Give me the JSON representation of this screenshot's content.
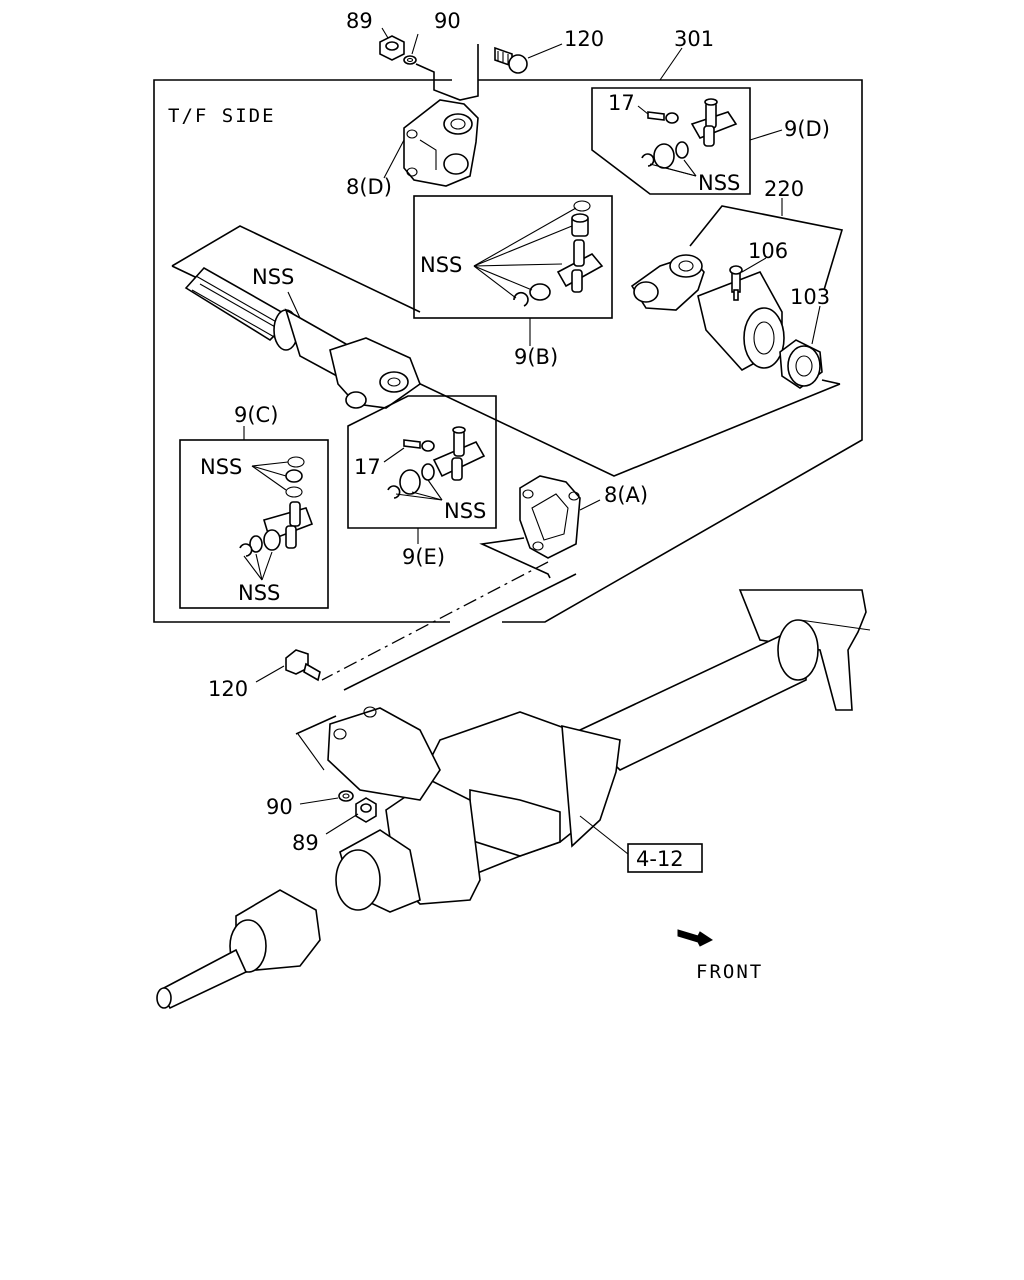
{
  "labels": {
    "tf_side": "T/F SIDE",
    "front": "FRONT",
    "ref_box": "4-12",
    "p89_top": "89",
    "p90_top": "90",
    "p120_top": "120",
    "p301": "301",
    "p8d": "8(D)",
    "p17_top": "17",
    "p9d": "9(D)",
    "nss_9d": "NSS",
    "p220": "220",
    "p106": "106",
    "p103": "103",
    "nss_9b": "NSS",
    "p9b": "9(B)",
    "nss_shaft": "NSS",
    "p9c": "9(C)",
    "nss_9c_top": "NSS",
    "nss_9c_bottom": "NSS",
    "p17_mid": "17",
    "nss_9e": "NSS",
    "p9e": "9(E)",
    "p8a": "8(A)",
    "p120_bottom": "120",
    "p90_bottom": "90",
    "p89_bottom": "89"
  }
}
